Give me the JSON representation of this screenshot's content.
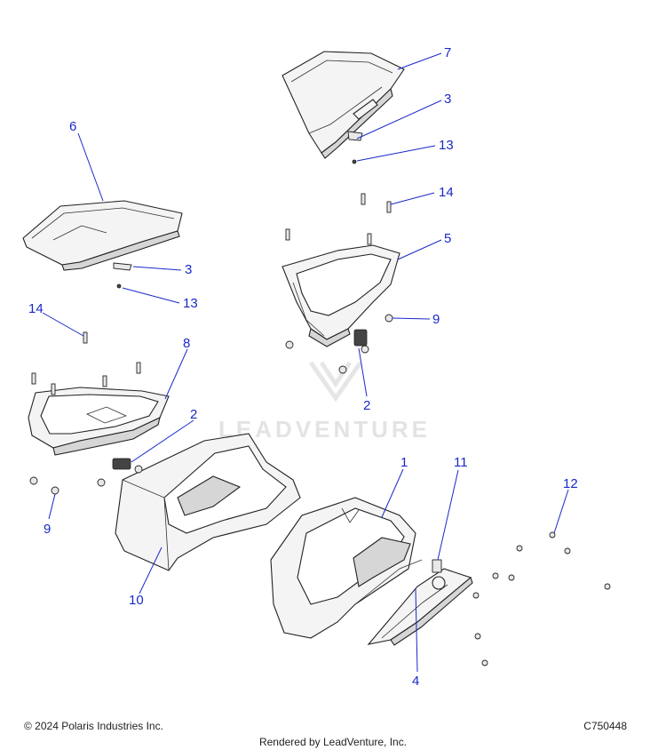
{
  "watermark": {
    "text": "LEADVENTURE"
  },
  "callouts": [
    {
      "id": "c7",
      "label": "7"
    },
    {
      "id": "c3a",
      "label": "3"
    },
    {
      "id": "c13a",
      "label": "13"
    },
    {
      "id": "c14a",
      "label": "14"
    },
    {
      "id": "c5",
      "label": "5"
    },
    {
      "id": "c9a",
      "label": "9"
    },
    {
      "id": "c2a",
      "label": "2"
    },
    {
      "id": "c6",
      "label": "6"
    },
    {
      "id": "c3b",
      "label": "3"
    },
    {
      "id": "c13b",
      "label": "13"
    },
    {
      "id": "c14b",
      "label": "14"
    },
    {
      "id": "c8",
      "label": "8"
    },
    {
      "id": "c2b",
      "label": "2"
    },
    {
      "id": "c9b",
      "label": "9"
    },
    {
      "id": "c10",
      "label": "10"
    },
    {
      "id": "c1",
      "label": "1"
    },
    {
      "id": "c11",
      "label": "11"
    },
    {
      "id": "c12",
      "label": "12"
    },
    {
      "id": "c4",
      "label": "4"
    }
  ],
  "footer": {
    "copyright": "© 2024 Polaris Industries Inc.",
    "code": "C750448",
    "rendered_by": "Rendered by LeadVenture, Inc."
  }
}
